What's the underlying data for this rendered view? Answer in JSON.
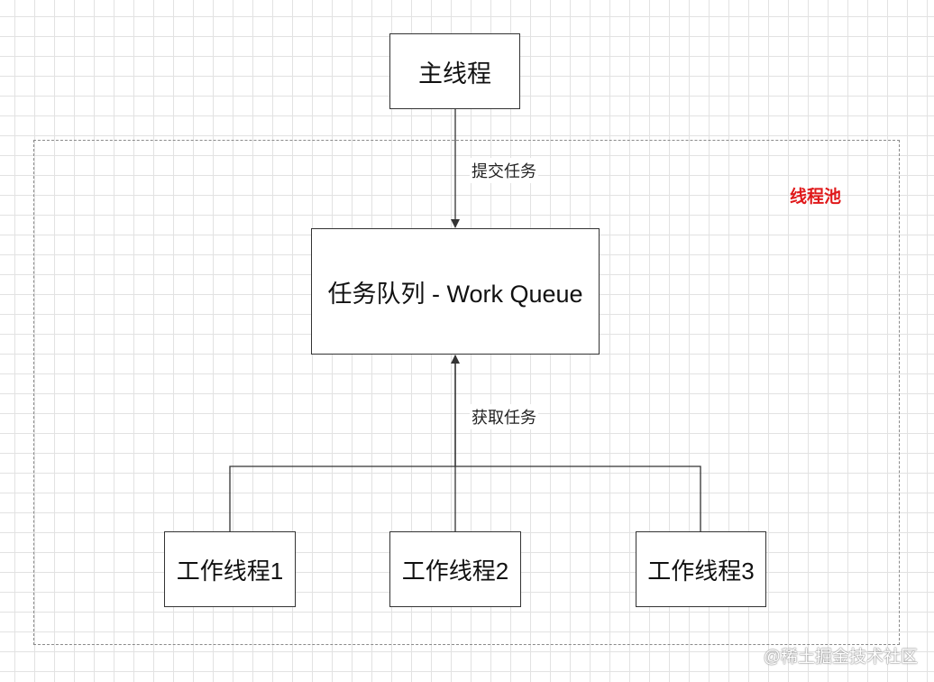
{
  "diagram": {
    "main_thread": "主线程",
    "submit_label": "提交任务",
    "pool_label": "线程池",
    "queue": "任务队列 - Work Queue",
    "fetch_label": "获取任务",
    "workers": [
      "工作线程1",
      "工作线程2",
      "工作线程3"
    ]
  },
  "watermark": "@稀土掘金技术社区",
  "colors": {
    "pool_label": "#e0191b",
    "line": "#333333",
    "dashed_border": "#8a8a8a",
    "grid": "#e2e2e2"
  }
}
